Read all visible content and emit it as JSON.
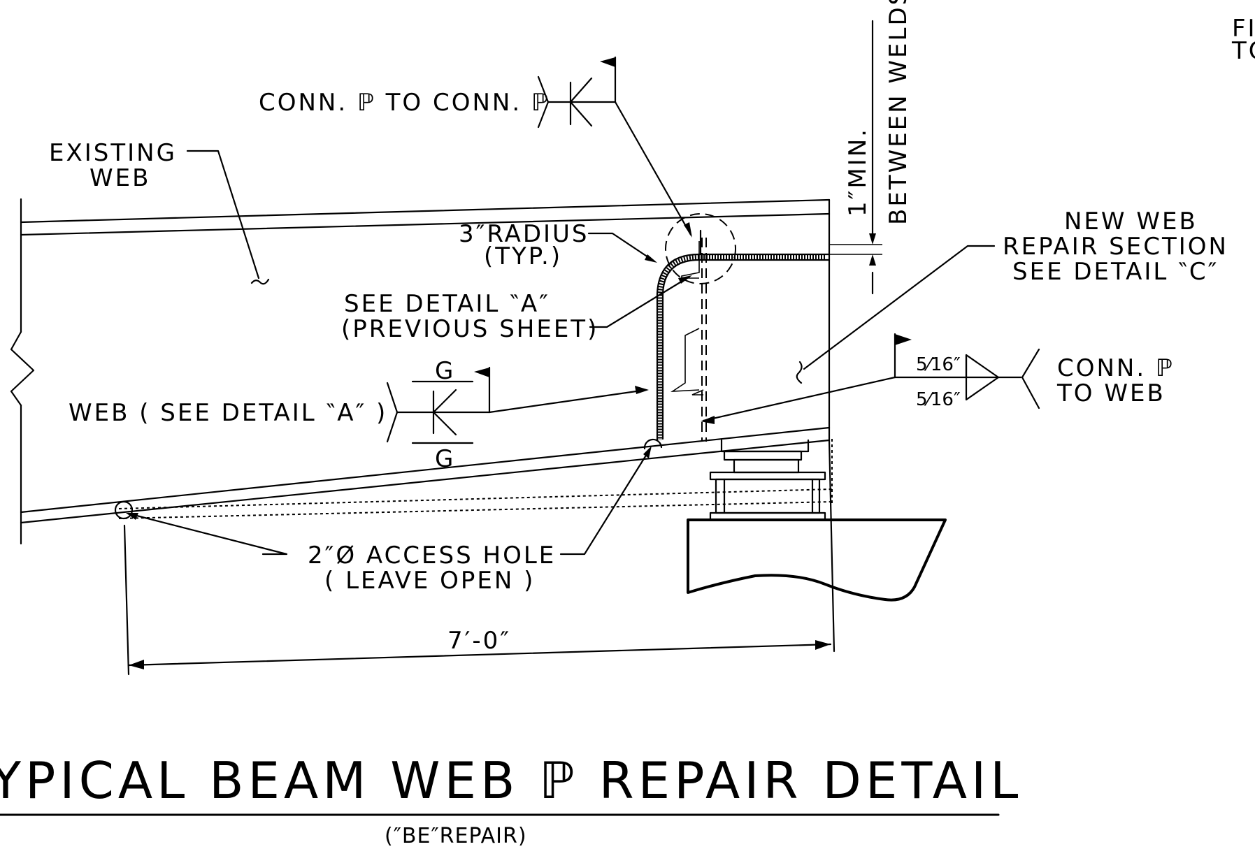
{
  "labels": {
    "corner_1": "FI",
    "corner_2": "TO",
    "conn_pl_to_pl": "CONN. ℙ TO CONN. ℙ",
    "existing_web_1": "EXISTING",
    "existing_web_2": "WEB",
    "radius_1": "3″RADIUS",
    "radius_2": "(TYP.)",
    "see_detail_a_1": "SEE  DETAIL ‶A″",
    "see_detail_a_2": "(PREVIOUS SHEET)",
    "weld_g_top": "G",
    "weld_g_bottom": "G",
    "web_see_detail": "WEB ( SEE DETAIL ‶A″ )",
    "min_1": "1″MIN.",
    "min_2": "BETWEEN WELDS",
    "new_web_1": "NEW  WEB",
    "new_web_2": "REPAIR  SECTION",
    "new_web_3": "SEE DETAIL ‶C″",
    "weld_size_top": "5⁄16″",
    "weld_size_bottom": "5⁄16″",
    "conn_to_web_1": "CONN. ℙ",
    "conn_to_web_2": "TO WEB",
    "access_hole_1": "2″Ø ACCESS HOLE",
    "access_hole_2": "( LEAVE OPEN )",
    "dimension": "7′-0″"
  },
  "title": {
    "main": "YPICAL BEAM  WEB  ℙ REPAIR DETAIL",
    "sub": "(″BE″REPAIR)"
  }
}
